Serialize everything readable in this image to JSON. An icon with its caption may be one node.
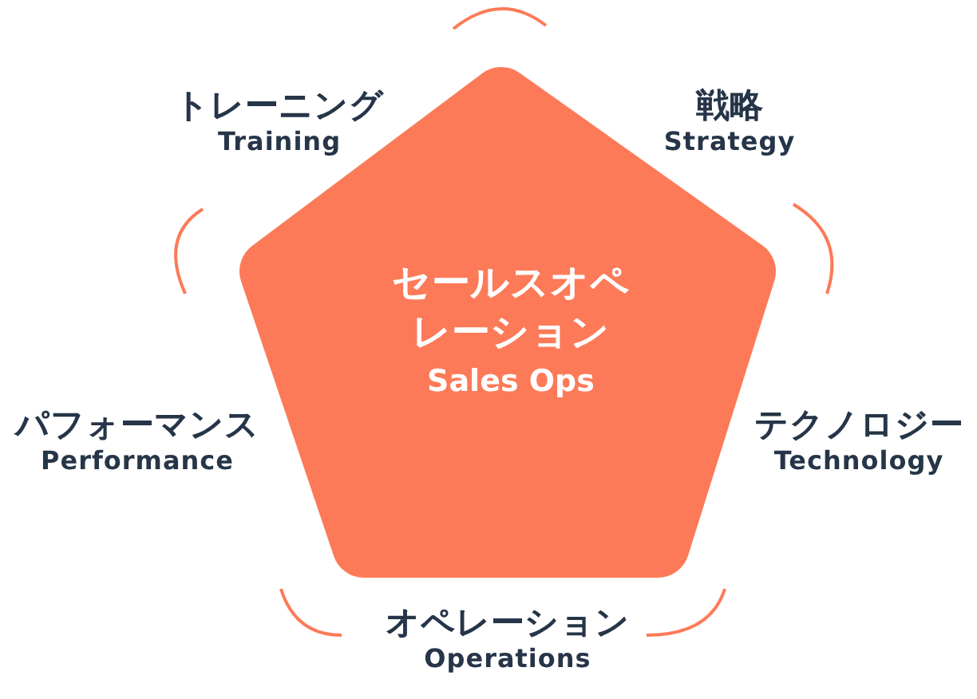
{
  "diagram": {
    "nodes": [
      {
        "text": [
          "セールスオペレーション",
          "Sales Ops"
        ]
      }
    ],
    "labels": [
      "トレーニング",
      "Training",
      "戦略",
      "Strategy",
      "パフォーマンス",
      "Performance",
      "テクノロジー",
      "Technology",
      "オペレーション",
      "Operations"
    ]
  }
}
